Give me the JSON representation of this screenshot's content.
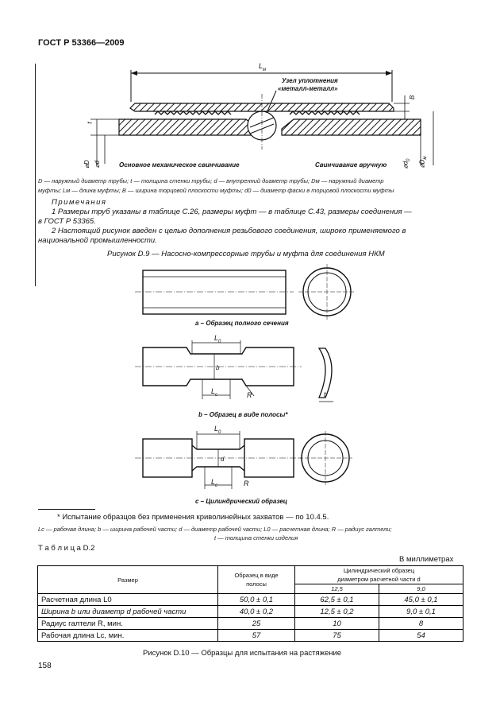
{
  "header": {
    "title": "ГОСТ Р 53366—2009"
  },
  "fig_d9": {
    "dim_lm": "L",
    "dim_lm_sub": "м",
    "seal_label_1": "Узел уплотнения",
    "seal_label_2": "«металл-металл»",
    "dim_b": "B",
    "dim_t": "t",
    "dim_d": "⌀d",
    "dim_D": "⌀D",
    "dim_d0": "⌀d",
    "dim_d0_sub": "0",
    "dim_Dm": "⌀D",
    "dim_Dm_sub": "м",
    "left_label": "Основное механическое свинчивание",
    "right_label": "Свинчивание вручную",
    "legend_line1": "D — наружный диаметр трубы; t — толщина стенки трубы; d — внутренний диаметр трубы; Dм — наружный диаметр",
    "legend_line2": "муфты; Lм — длина муфты; B — ширина торцовой плоскости муфты; d0 — диаметр фаски в торцовой плоскости муфты",
    "notes_title": "Примечания",
    "note1_line1": "1 Размеры труб указаны в таблице С.26, размеры муфт — в таблице С.43, размеры соединения —",
    "note1_line2": "в ГОСТ Р 53365.",
    "note2_line1": "2 Настоящий рисунок введен с целью дополнения резьбового соединения, широко применяемого в",
    "note2_line2": "национальной промышленности.",
    "caption": "Рисунок D.9 — Насосно-компрессорные трубы и муфта для соединения НКМ"
  },
  "fig_d10": {
    "label_a": "a – Образец полного сечения",
    "label_b": "b – Образец в виде полосы*",
    "label_c": "c – Цилиндрический образец",
    "dim_L0": "L",
    "dim_L0_sub": "0",
    "dim_Lc": "L",
    "dim_Lc_sub": "c",
    "dim_b": "b",
    "dim_R": "R",
    "dim_t": "t",
    "dim_d": "d",
    "footnote": "* Испытание образцов без применения криволинейных захватов — по 10.4.5.",
    "legend_line1": "Lc — рабочая длина; b — ширина рабочей части; d — диаметр рабочей части; L0 — расчетная длина; R — радиус галтели;",
    "legend_line2": "t — толщина стенки изделия",
    "caption": "Рисунок D.10 — Образцы для испытания на растяжение"
  },
  "table": {
    "title": "Т а б л и ц а  D.2",
    "units": "В миллиметрах",
    "head_size": "Размер",
    "head_strip_1": "Образец в виде",
    "head_strip_2": "полосы",
    "head_cyl_1": "Цилиндрический образец",
    "head_cyl_2": "диаметром расчетной части d",
    "head_125": "12,5",
    "head_90": "9,0",
    "rows": [
      {
        "name": "Расчетная длина L0",
        "strip": "50,0 ± 0,1",
        "c125": "62,5 ± 0,1",
        "c90": "45,0 ± 0,1"
      },
      {
        "name": "Ширина b или диаметр d  рабочей части",
        "strip": "40,0 ± 0,2",
        "c125": "12,5 ± 0,2",
        "c90": "9,0 ± 0,1"
      },
      {
        "name": "Радиус галтели R, мин.",
        "strip": "25",
        "c125": "10",
        "c90": "8"
      },
      {
        "name": "Рабочая длина Lc, мин.",
        "strip": "57",
        "c125": "75",
        "c90": "54"
      }
    ]
  },
  "page_number": "158"
}
